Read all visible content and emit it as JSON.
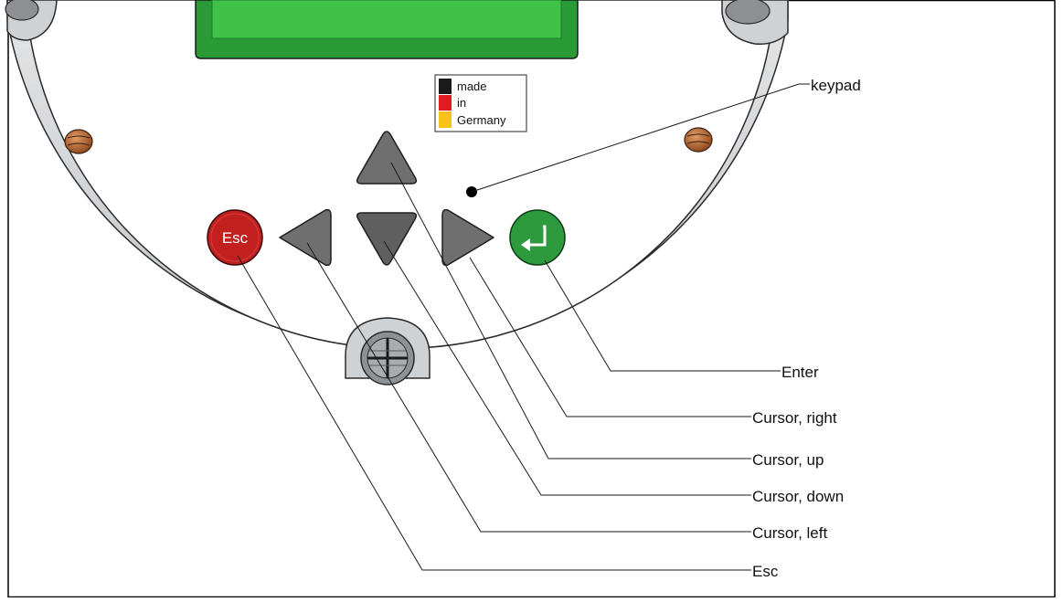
{
  "diagram": {
    "flag": {
      "lines": [
        "made",
        "in",
        "Germany"
      ],
      "colors": [
        "#1a1a1a",
        "#e21b23",
        "#f7c31b"
      ]
    },
    "keys": {
      "esc_key_text": "Esc"
    },
    "callouts": {
      "keypad": "keypad",
      "enter": "Enter",
      "cursor_right": "Cursor, right",
      "cursor_up": "Cursor, up",
      "cursor_down": "Cursor, down",
      "cursor_left": "Cursor, left",
      "esc": "Esc"
    },
    "colors": {
      "display": "#3fc247",
      "display_frame": "#1f7f2b",
      "panel": "#ffffff",
      "rim": "#d0d3d6",
      "esc_key": "#c21f1f",
      "enter_key": "#2e9a3e",
      "cursor_key": "#6f6f6f",
      "screw": "#b05a2a"
    }
  }
}
